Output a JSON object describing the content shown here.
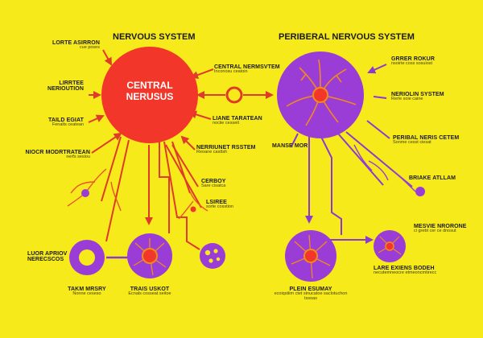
{
  "headings": {
    "left": "NERVOUS SYSTEM",
    "right": "PERIBERAL NERVOUS SYSTEM"
  },
  "center_circle": {
    "line1": "CENTRAL",
    "line2": "NERUSUS"
  },
  "labels": {
    "l1": {
      "title": "LORTE ASIRRON",
      "sub": "cue poses"
    },
    "l2": {
      "title": "LIRRTEE NERIOUTION",
      "sub": ""
    },
    "l3": {
      "title": "TAILD EGIAT",
      "sub": "Fenalts ceatean"
    },
    "l4": {
      "title": "NIOCR MODRTRATEAN",
      "sub": "nerfs sesiou"
    },
    "l5": {
      "title": "LUOR APRIOV NERECSCOS",
      "sub": ""
    },
    "m1": {
      "title": "CENTRAL NERMSVTEM",
      "sub": "Inconosu ceatoin"
    },
    "m2": {
      "title": "LIANE TARATEAN",
      "sub": "nociie cesseit"
    },
    "m3": {
      "title": "NERRIUNET RSSTEM",
      "sub": "Reoane casttsh"
    },
    "m4": {
      "title": "CERBOY",
      "sub": "Sare cisatca"
    },
    "m5": {
      "title": "LSIREE",
      "sub": "sorte cosstion"
    },
    "b1": {
      "title": "TAKM MRSRY",
      "sub": "Nonne ceseso"
    },
    "b2": {
      "title": "TRAIS USKOT",
      "sub": "Ecnals cosseat seitoe"
    },
    "r1": {
      "title": "GRRER ROKUR",
      "sub": "nsoirte coss sosuiost"
    },
    "r2": {
      "title": "NERIOLIN SYSTEM",
      "sub": "Rerle soie caine"
    },
    "r3": {
      "title": "PERIBAL NERIS CETEM",
      "sub": "Sonme cesst ciesat"
    },
    "r4": {
      "title": "BRIAKE ATLLAM",
      "sub": ""
    },
    "r5": {
      "title": "MESVIE NRORONE",
      "sub": "ci grebt cer ce dnosut"
    },
    "r6": {
      "title": "LARE EXIENS BODEH",
      "sub": "necutemneocre etmeoncmtirecc"
    },
    "r7": {
      "title": "MANSE MOR",
      "sub": ""
    },
    "r8": {
      "title": "PLEIN ESUMAY",
      "sub": "ecoiqstiim ctet sinucatoe saclotuchon tssoas"
    }
  },
  "colors": {
    "background": "#f7ea1a",
    "red": "#f2362a",
    "purple": "#9a3cd6",
    "orange": "#f08a1e",
    "line_red": "#e03a2a",
    "line_purple": "#8a3ad0"
  }
}
